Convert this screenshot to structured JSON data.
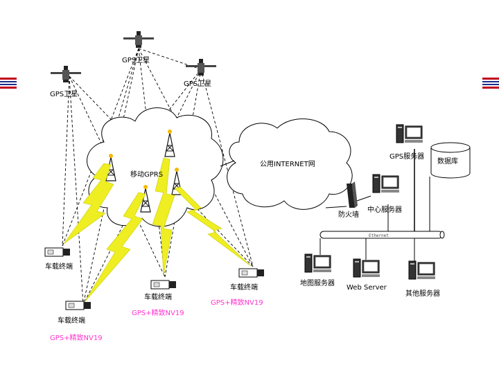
{
  "satellites": [
    {
      "id": "sat_top",
      "label": "GPS卫星"
    },
    {
      "id": "sat_left",
      "label": "GPS卫星"
    },
    {
      "id": "sat_right",
      "label": "GPS卫星"
    }
  ],
  "clouds": {
    "mobile": "移动GPRS",
    "internet": "公用INTERNET网"
  },
  "vehicles": [
    {
      "id": "veh1",
      "label": "车载终端",
      "sub": ""
    },
    {
      "id": "veh2",
      "label": "车载终端",
      "sub": "GPS+精致NV19"
    },
    {
      "id": "veh3",
      "label": "车载终端",
      "sub": "GPS+精致NV19"
    },
    {
      "id": "veh4",
      "label": "车载终端",
      "sub": "GPS+精致NV19"
    }
  ],
  "servers": {
    "gps": "GPS服务器",
    "database": "数据库",
    "center": "中心服务器",
    "firewall": "防火墙",
    "map": "地图服务器",
    "web": "Web Server",
    "other": "其他服务器",
    "ethernet": "Ethernet"
  },
  "colors": {
    "nav_bar_red": "#c0001a",
    "nav_bar_blue": "#1a2a8a",
    "signal": "#eeee22",
    "label_magenta": "#ff33cc"
  },
  "icons": {
    "nav_left": "nav-bars-icon",
    "nav_right": "nav-bars-icon",
    "satellite": "satellite-icon",
    "tower": "tower-icon",
    "vehicle": "vehicle-terminal-icon",
    "computer": "server-computer-icon",
    "database": "database-cylinder-icon",
    "firewall": "firewall-icon"
  }
}
